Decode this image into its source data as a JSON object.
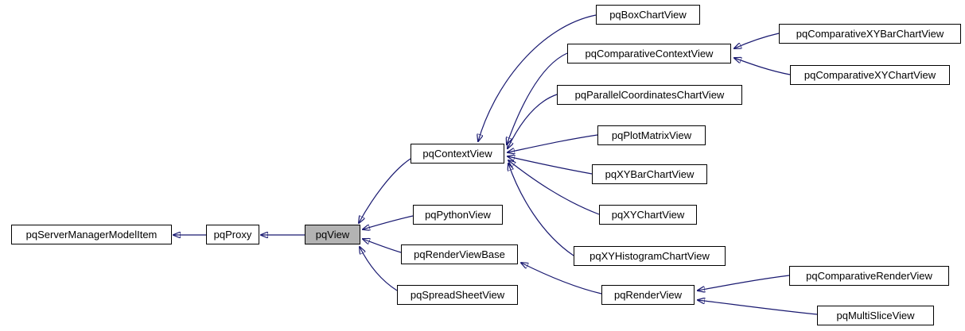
{
  "diagram": {
    "type": "inheritance-graph",
    "colors": {
      "edge": "#191970",
      "node_border": "#000000",
      "node_background": "#ffffff",
      "current_node_background": "#b3b3b3",
      "text": "#000000",
      "background": "#ffffff"
    },
    "nodes": {
      "serverManagerModelItem": {
        "label": "pqServerManagerModelItem"
      },
      "proxy": {
        "label": "pqProxy"
      },
      "view": {
        "label": "pqView",
        "current": true
      },
      "contextView": {
        "label": "pqContextView"
      },
      "pythonView": {
        "label": "pqPythonView"
      },
      "renderViewBase": {
        "label": "pqRenderViewBase"
      },
      "spreadSheetView": {
        "label": "pqSpreadSheetView"
      },
      "boxChartView": {
        "label": "pqBoxChartView"
      },
      "comparativeContextView": {
        "label": "pqComparativeContextView"
      },
      "parallelCoordinatesChartView": {
        "label": "pqParallelCoordinatesChartView"
      },
      "plotMatrixView": {
        "label": "pqPlotMatrixView"
      },
      "xyBarChartView": {
        "label": "pqXYBarChartView"
      },
      "xyChartView": {
        "label": "pqXYChartView"
      },
      "xyHistogramChartView": {
        "label": "pqXYHistogramChartView"
      },
      "comparativeXYBarChartView": {
        "label": "pqComparativeXYBarChartView"
      },
      "comparativeXYChartView": {
        "label": "pqComparativeXYChartView"
      },
      "renderView": {
        "label": "pqRenderView"
      },
      "comparativeRenderView": {
        "label": "pqComparativeRenderView"
      },
      "multiSliceView": {
        "label": "pqMultiSliceView"
      }
    },
    "edges": [
      {
        "from": "pqProxy",
        "to": "pqServerManagerModelItem"
      },
      {
        "from": "pqView",
        "to": "pqProxy"
      },
      {
        "from": "pqContextView",
        "to": "pqView"
      },
      {
        "from": "pqPythonView",
        "to": "pqView"
      },
      {
        "from": "pqRenderViewBase",
        "to": "pqView"
      },
      {
        "from": "pqSpreadSheetView",
        "to": "pqView"
      },
      {
        "from": "pqBoxChartView",
        "to": "pqContextView"
      },
      {
        "from": "pqComparativeContextView",
        "to": "pqContextView"
      },
      {
        "from": "pqParallelCoordinatesChartView",
        "to": "pqContextView"
      },
      {
        "from": "pqPlotMatrixView",
        "to": "pqContextView"
      },
      {
        "from": "pqXYBarChartView",
        "to": "pqContextView"
      },
      {
        "from": "pqXYChartView",
        "to": "pqContextView"
      },
      {
        "from": "pqXYHistogramChartView",
        "to": "pqContextView"
      },
      {
        "from": "pqComparativeXYBarChartView",
        "to": "pqComparativeContextView"
      },
      {
        "from": "pqComparativeXYChartView",
        "to": "pqComparativeContextView"
      },
      {
        "from": "pqRenderView",
        "to": "pqRenderViewBase"
      },
      {
        "from": "pqComparativeRenderView",
        "to": "pqRenderView"
      },
      {
        "from": "pqMultiSliceView",
        "to": "pqRenderView"
      }
    ]
  }
}
